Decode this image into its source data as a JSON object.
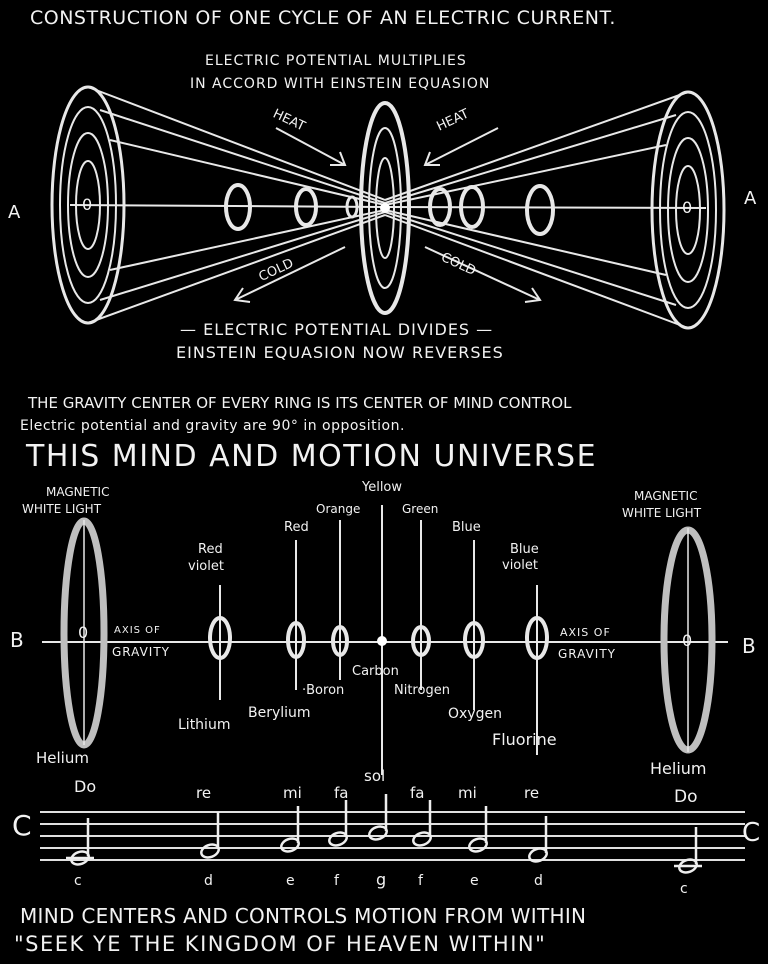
{
  "top": {
    "title": "CONSTRUCTION OF ONE CYCLE OF AN ELECTRIC CURRENT.",
    "multiply_line1": "ELECTRIC POTENTIAL MULTIPLIES",
    "multiply_line2": "IN ACCORD WITH EINSTEIN EQUASION",
    "heat_left": "HEAT",
    "heat_right": "HEAT",
    "cold_left": "COLD",
    "cold_right": "COLD",
    "end_left": "A",
    "end_right": "A",
    "zero_left": "0",
    "zero_right": "0",
    "divide_line1": "— ELECTRIC POTENTIAL DIVIDES —",
    "divide_line2": "EINSTEIN EQUASION NOW REVERSES"
  },
  "middle": {
    "gravity_line": "THE GRAVITY CENTER OF EVERY RING IS ITS CENTER OF MIND CONTROL",
    "opposition_line": "Electric potential and gravity are 90° in opposition.",
    "universe_title": "THIS MIND AND MOTION UNIVERSE"
  },
  "spectrum": {
    "magnetic_left_1": "MAGNETIC",
    "magnetic_left_2": "WHITE LIGHT",
    "magnetic_right_1": "MAGNETIC",
    "magnetic_right_2": "WHITE LIGHT",
    "yellow": "Yellow",
    "orange": "Orange",
    "green": "Green",
    "red": "Red",
    "blue": "Blue",
    "red_violet_1": "Red",
    "red_violet_2": "violet",
    "blue_violet_1": "Blue",
    "blue_violet_2": "violet",
    "axis_left_1": "AXIS OF",
    "axis_left_2": "GRAVITY",
    "axis_right_1": "AXIS OF",
    "axis_right_2": "GRAVITY",
    "end_left": "B",
    "end_right": "B",
    "zero_left": "0",
    "zero_right": "0",
    "carbon": "Carbon",
    "boron": "·Boron",
    "nitrogen": "Nitrogen",
    "berylium": "Berylium",
    "oxygen": "Oxygen",
    "lithium": "Lithium",
    "fluorine": "Fluorine",
    "helium_left": "Helium",
    "helium_right": "Helium"
  },
  "music": {
    "syllables": [
      "Do",
      "re",
      "mi",
      "fa",
      "sol",
      "fa",
      "mi",
      "re",
      "Do"
    ],
    "notes": [
      "c",
      "d",
      "e",
      "f",
      "g",
      "f",
      "e",
      "d",
      "c"
    ],
    "end_left": "C",
    "end_right": "C"
  },
  "bottom": {
    "line1": "MIND CENTERS AND CONTROLS MOTION FROM WITHIN",
    "line2": "\"SEEK YE THE KINGDOM OF HEAVEN WITHIN\""
  },
  "colors": {
    "background": "#000000",
    "chalk": "#f2f2f2"
  }
}
